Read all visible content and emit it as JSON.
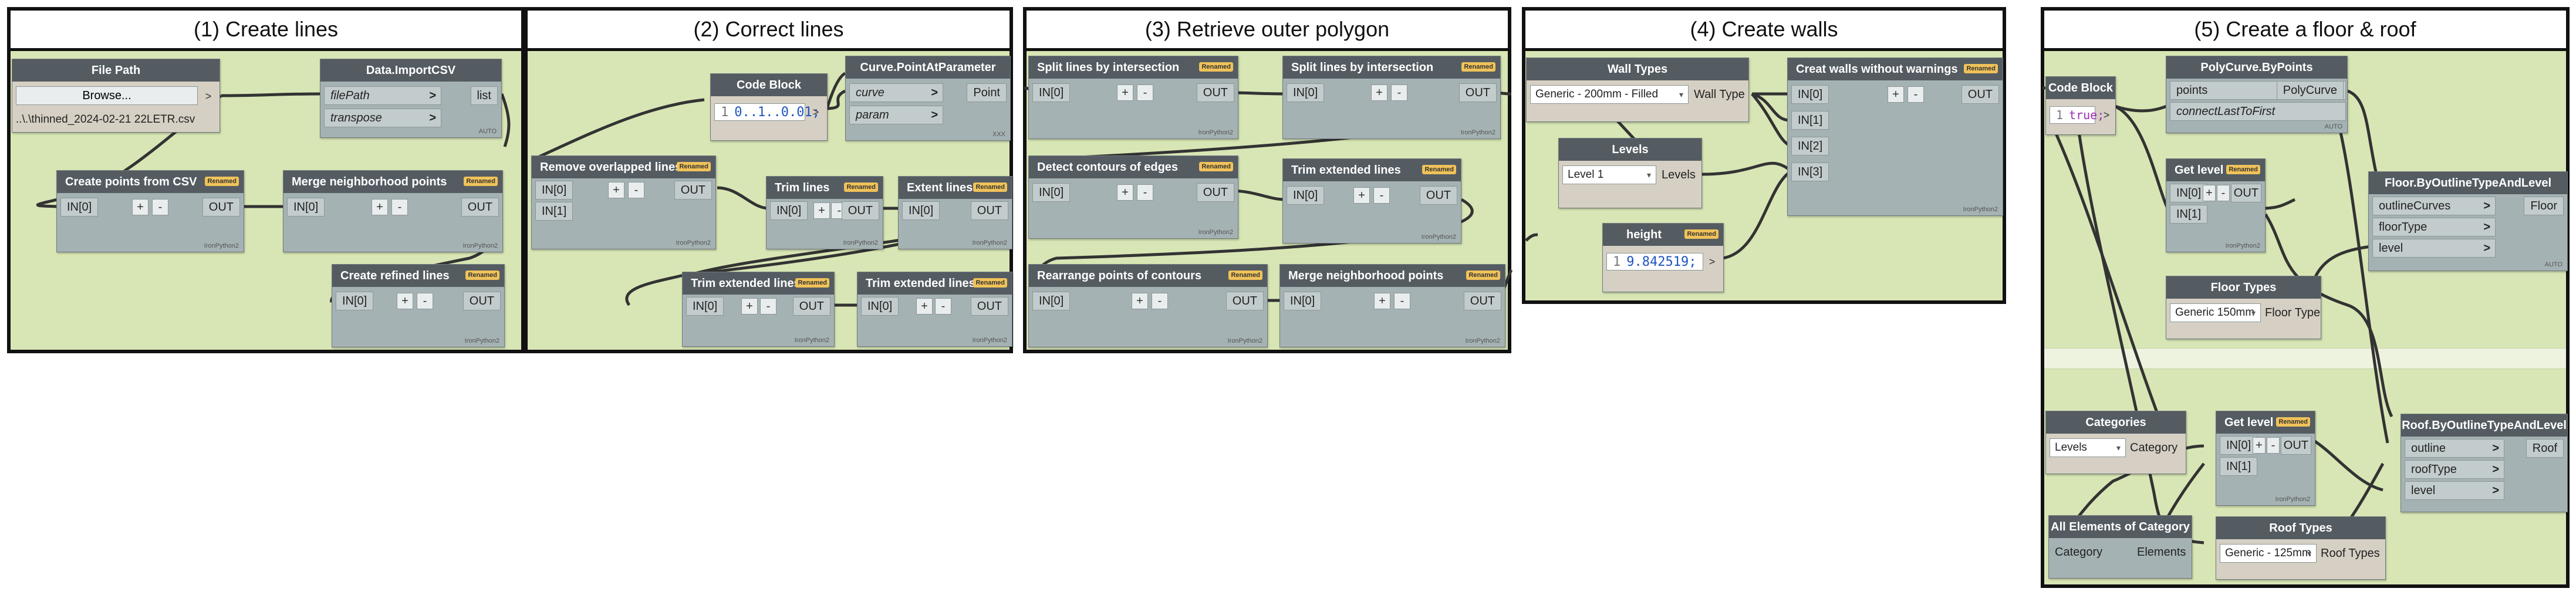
{
  "panels": {
    "p1": {
      "title": "(1) Create lines"
    },
    "p2": {
      "title": "(2) Correct lines"
    },
    "p3": {
      "title": "(3) Retrieve outer polygon"
    },
    "p4": {
      "title": "(4) Create walls"
    },
    "p5": {
      "title": "(5) Create a floor & roof"
    }
  },
  "labels": {
    "renamed": "Renamed",
    "ironpython": "IronPython2",
    "auto": "AUTO",
    "xxx": "XXX",
    "out": "OUT",
    "plus": "+",
    "minus": "-",
    "in0": "IN[0]",
    "in1": "IN[1]",
    "in2": "IN[2]",
    "in3": "IN[3]"
  },
  "nodes": {
    "file_path": {
      "title": "File Path",
      "button": "Browse...",
      "value": "..\\.\\thinned_2024-02-21 22LETR.csv"
    },
    "import_csv": {
      "title": "Data.ImportCSV",
      "in1": "filePath",
      "in2": "transpose",
      "out": "list"
    },
    "create_points": {
      "title": "Create points from CSV"
    },
    "merge_points_1": {
      "title": "Merge neighborhood points"
    },
    "create_refined": {
      "title": "Create refined lines"
    },
    "code_block_1": {
      "title": "Code Block",
      "line": "1",
      "code": "0..1..0.01;"
    },
    "point_at_param": {
      "title": "Curve.PointAtParameter",
      "in1": "curve",
      "in2": "param",
      "out": "Point"
    },
    "remove_overlapped": {
      "title": "Remove overlapped lines"
    },
    "trim_lines": {
      "title": "Trim lines"
    },
    "extent_lines": {
      "title": "Extent lines"
    },
    "trim_extended_1": {
      "title": "Trim extended lines"
    },
    "trim_extended_2": {
      "title": "Trim extended lines"
    },
    "split_1": {
      "title": "Split lines by intersection"
    },
    "split_2": {
      "title": "Split lines by intersection"
    },
    "detect_contours": {
      "title": "Detect contours of edges"
    },
    "trim_extended_3": {
      "title": "Trim extended lines"
    },
    "rearrange": {
      "title": "Rearrange points of contours"
    },
    "merge_points_2": {
      "title": "Merge neighborhood points"
    },
    "wall_types": {
      "title": "Wall Types",
      "selected": "Generic - 200mm - Filled",
      "out": "Wall Type"
    },
    "levels": {
      "title": "Levels",
      "selected": "Level 1",
      "out": "Levels"
    },
    "height": {
      "title": "height",
      "line": "1",
      "code": "9.842519;"
    },
    "create_walls": {
      "title": "Creat walls without warnings"
    },
    "code_block_2": {
      "title": "Code Block",
      "line": "1",
      "code": "true;"
    },
    "polycurve": {
      "title": "PolyCurve.ByPoints",
      "in1": "points",
      "in2": "connectLastToFirst",
      "out": "PolyCurve"
    },
    "get_level_0": {
      "title": "Get level 0"
    },
    "floor_by_outline": {
      "title": "Floor.ByOutlineTypeAndLevel",
      "in1": "outlineCurves",
      "in2": "floorType",
      "in3": "level",
      "out": "Floor"
    },
    "floor_types": {
      "title": "Floor Types",
      "selected": "Generic 150mm",
      "out": "Floor Type"
    },
    "categories": {
      "title": "Categories",
      "selected": "Levels",
      "out": "Category"
    },
    "get_level_1": {
      "title": "Get level 1"
    },
    "roof_by_outline": {
      "title": "Roof.ByOutlineTypeAndLevel",
      "in1": "outline",
      "in2": "roofType",
      "in3": "level",
      "out": "Roof"
    },
    "all_elements": {
      "title": "All Elements of Category",
      "in1": "Category",
      "out": "Elements"
    },
    "roof_types": {
      "title": "Roof Types",
      "selected": "Generic - 125mm",
      "out": "Roof Types"
    }
  },
  "colors": {
    "canvas": "#d8e6b5",
    "node_header": "#545c62",
    "node_body": "#a5b2b4",
    "badge": "#f0c259",
    "wire": "#333333"
  }
}
